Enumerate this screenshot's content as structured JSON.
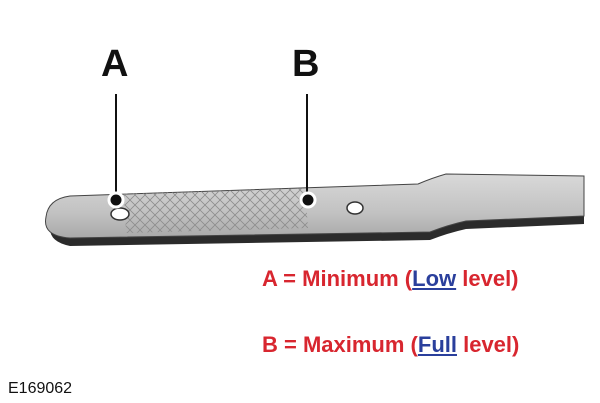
{
  "callouts": {
    "a": "A",
    "b": "B"
  },
  "legend": {
    "a": {
      "prefix": "A = Minimum (",
      "highlight": "Low",
      "suffix": " level)"
    },
    "b": {
      "prefix": "B = Maximum (",
      "highlight": "Full",
      "suffix": " level)"
    }
  },
  "figure_id": "E169062",
  "colors": {
    "legend_text": "#d8262f",
    "legend_highlight": "#2a3f9c",
    "dipstick_fill": "#c4c4c4",
    "dipstick_shadow": "#2b2b2b"
  }
}
